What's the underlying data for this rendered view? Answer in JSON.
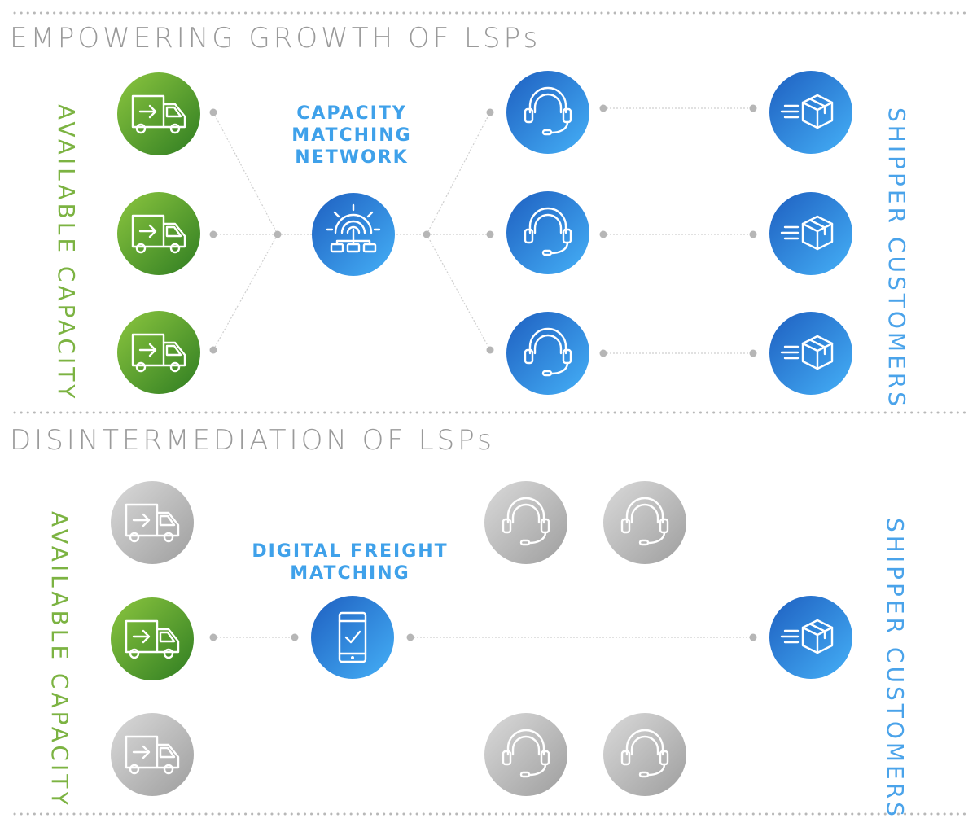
{
  "sections": [
    {
      "heading": "EMPOWERING GROWTH OF LSPs",
      "left_label": "AVAILABLE CAPACITY",
      "right_label": "SHIPPER CUSTOMERS",
      "center_label": [
        "CAPACITY",
        "MATCHING",
        "NETWORK"
      ],
      "center_icon": "gear-network-icon",
      "carriers": [
        "active",
        "active",
        "active"
      ],
      "brokers": [
        "active",
        "active",
        "active"
      ],
      "shippers": [
        "active",
        "active",
        "active"
      ]
    },
    {
      "heading": "DISINTERMEDIATION OF LSPs",
      "left_label": "AVAILABLE CAPACITY",
      "right_label": "SHIPPER CUSTOMERS",
      "center_label": [
        "DIGITAL FREIGHT",
        "MATCHING"
      ],
      "center_icon": "smartphone-check-icon",
      "carriers": [
        "inactive",
        "active",
        "inactive"
      ],
      "brokers_inactive": 4,
      "shippers": [
        "active"
      ]
    }
  ],
  "colors": {
    "green_light": "#8cc63f",
    "green_dark": "#3a8a25",
    "blue_light": "#3fa9f5",
    "blue_dark": "#1e5fc0",
    "gray_light": "#d4d4d4",
    "gray_dark": "#a3a3a3",
    "label_blue": "#3fa1ea",
    "label_green": "#7cb342",
    "heading_gray": "#9a9a9a"
  },
  "icons": {
    "carrier": "truck-icon",
    "broker": "headset-icon",
    "shipper": "package-delivery-icon"
  }
}
